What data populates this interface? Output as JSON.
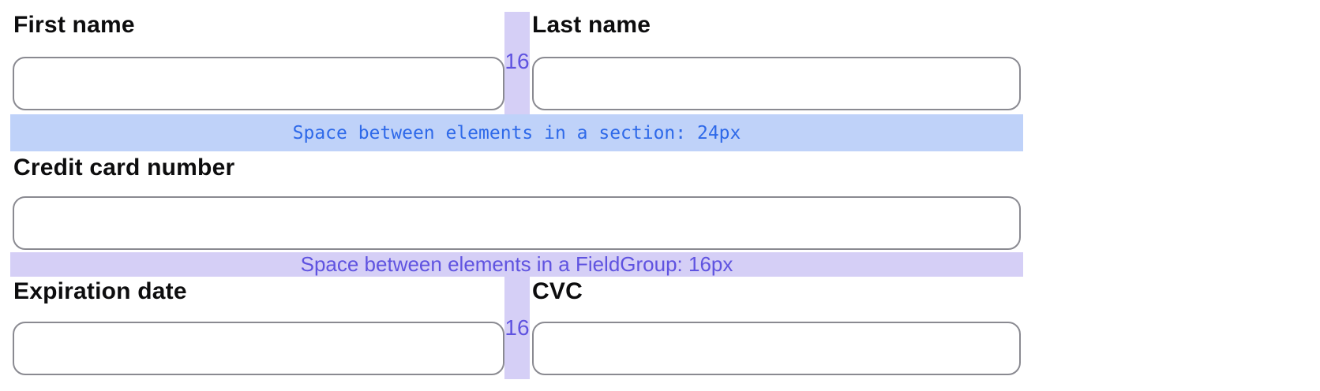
{
  "form": {
    "fields": {
      "first_name": {
        "label": "First name",
        "value": "",
        "placeholder": ""
      },
      "last_name": {
        "label": "Last name",
        "value": "",
        "placeholder": ""
      },
      "credit_card": {
        "label": "Credit card number",
        "value": "",
        "placeholder": ""
      },
      "expiration": {
        "label": "Expiration date",
        "value": "",
        "placeholder": ""
      },
      "cvc": {
        "label": "CVC",
        "value": "",
        "placeholder": ""
      }
    }
  },
  "annotations": {
    "section_gap_text": "Space between elements in a section: 24px",
    "fieldgroup_gap_text": "Space between elements in a FieldGroup: 16px",
    "column_gap_row1": "16",
    "column_gap_row3": "16"
  },
  "colors": {
    "section_band_bg": "#bfd2f9",
    "section_band_text": "#2e69e9",
    "fieldgroup_band_bg": "#d5cff6",
    "fieldgroup_band_text": "#5f53e0",
    "gap_strip_bg": "#d5cff6",
    "gap_number_text": "#5f53e0",
    "input_border": "#8a8a91",
    "label_text": "#0d0d0e"
  }
}
